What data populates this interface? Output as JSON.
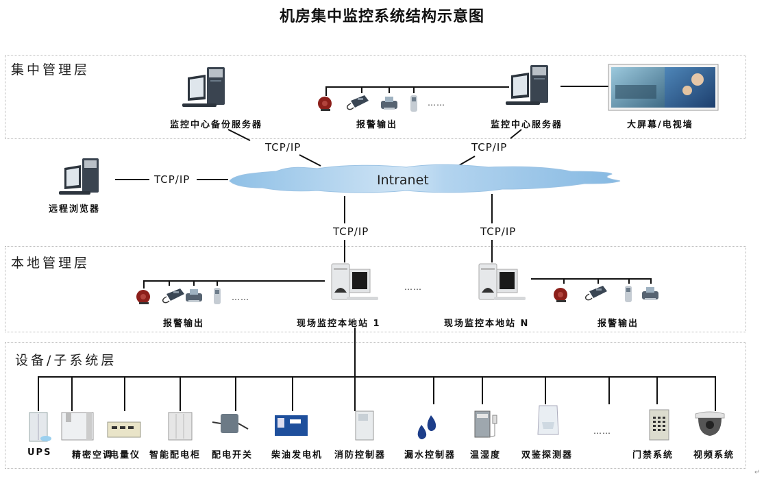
{
  "title": "机房集中监控系统结构示意图",
  "layers": {
    "central": "集中管理层",
    "local": "本地管理层",
    "device": "设备/子系统层"
  },
  "central": {
    "backup_server": "监控中心备份服务器",
    "alarm_output": "报警输出",
    "center_server": "监控中心服务器",
    "big_screen": "大屏幕/电视墙",
    "ellipsis": "……"
  },
  "network": {
    "cloud": "Intranet",
    "protocol": "TCP/IP",
    "remote_browser": "远程浏览器"
  },
  "local": {
    "station_1": "现场监控本地站 1",
    "station_n": "现场监控本地站 N",
    "alarm_output": "报警输出",
    "ellipsis": "……"
  },
  "devices": {
    "items": [
      "UPS",
      "精密空调",
      "电量仪",
      "智能配电柜",
      "配电开关",
      "柴油发电机",
      "消防控制器",
      "漏水控制器",
      "温湿度",
      "双鉴探测器",
      "……",
      "门禁系统",
      "视频系统"
    ]
  },
  "return_mark": "↵"
}
